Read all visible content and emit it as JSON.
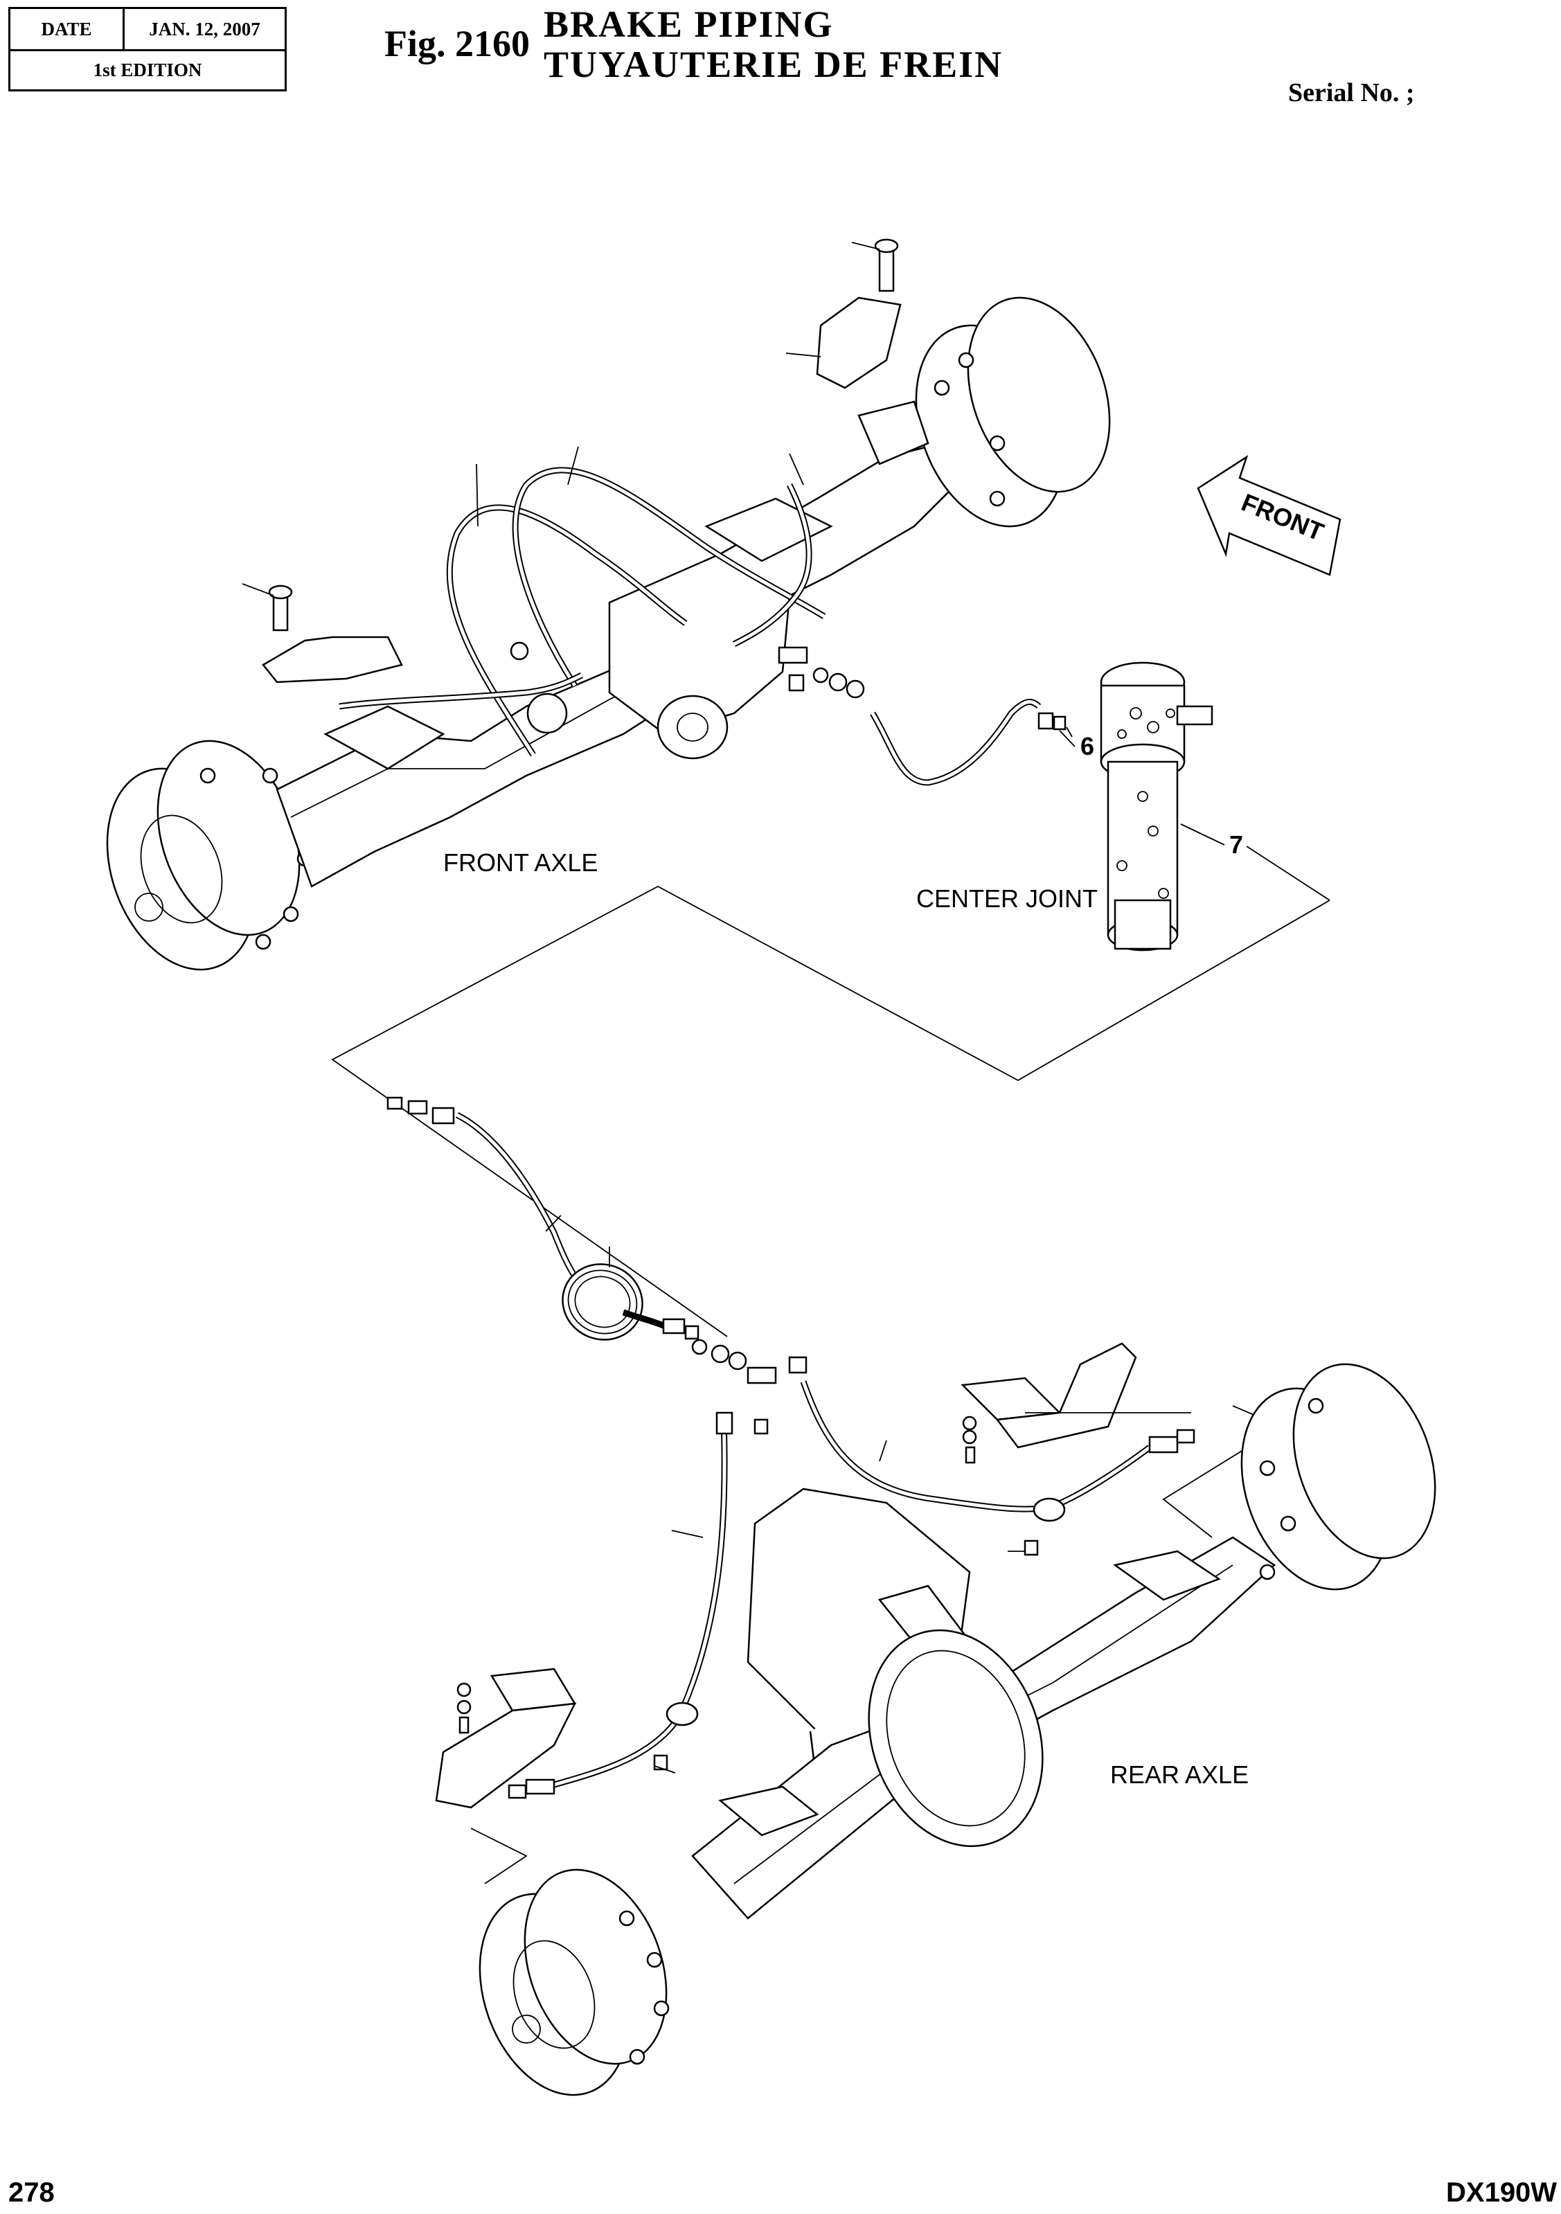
{
  "header": {
    "date_label": "DATE",
    "date_value": "JAN. 12, 2007",
    "edition": "1st EDITION"
  },
  "figure": {
    "number": "Fig. 2160",
    "title_en": "BRAKE  PIPING",
    "title_fr": "TUYAUTERIE  DE  FREIN",
    "serial": "Serial No. ;"
  },
  "diagram": {
    "front_axle_label": "FRONT AXLE",
    "center_joint_label": "CENTER JOINT",
    "rear_axle_label": "REAR AXLE",
    "front_arrow_label": "FRONT",
    "callout_6": "6",
    "callout_7": "7"
  },
  "footer": {
    "page": "278",
    "model": "DX190W"
  }
}
